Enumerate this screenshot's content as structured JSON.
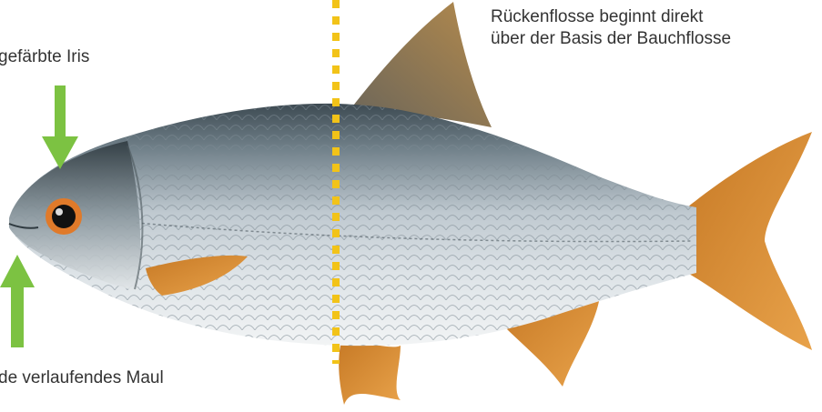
{
  "annotations": {
    "iris_label": "gefärbte Iris",
    "mouth_label": "de verlaufendes Maul",
    "dorsal_line1": "Rückenflosse beginnt direkt",
    "dorsal_line2": "über der Basis der Bauchflosse"
  },
  "colors": {
    "arrow": "#7cc242",
    "dotted_line": "#f2c318",
    "fin": "#d98a2a",
    "body_silver": "#b9c4cc",
    "iris": "#e07a2a",
    "text": "#333333"
  },
  "icons": {
    "iris_arrow": "arrow-down-icon",
    "mouth_arrow": "arrow-up-icon"
  }
}
